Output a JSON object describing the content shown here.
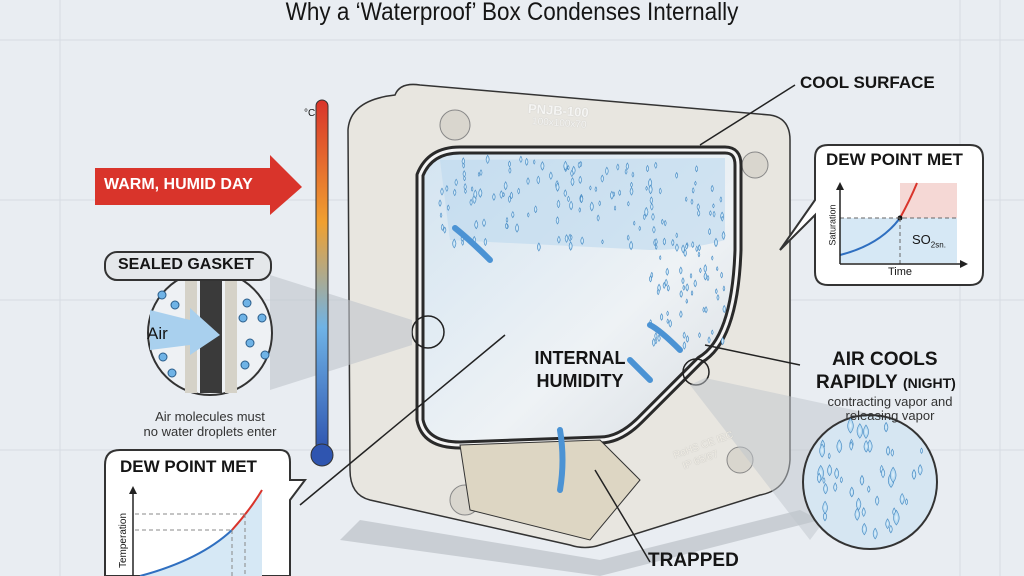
{
  "title": "Why a ‘Waterproof’ Box Condenses Internally",
  "thermometer": {
    "unit": "°C"
  },
  "warm_arrow": {
    "label": "WARM, HUMID DAY",
    "color": "#d9342b"
  },
  "gasket": {
    "label": "SEALED GASKET",
    "air_label": "Air",
    "caption_line1": "Air molecules must",
    "caption_line2": "no water droplets enter"
  },
  "box": {
    "model": "PNJB-100",
    "size": "100x100x70",
    "marks_line1": "RoHS CE IEC",
    "marks_line2": "IP 65/67"
  },
  "cool_surface": {
    "label": "COOL SURFACE"
  },
  "internal_humidity": {
    "line1": "INTERNAL",
    "line2": "HUMIDITY"
  },
  "air_cools": {
    "line1": "AIR COOLS",
    "line2": "RAPIDLY",
    "night": "(NIGHT)",
    "desc1": "contracting vapor and",
    "desc2": "releasing vapor"
  },
  "trapped": {
    "label": "TRAPPED"
  },
  "dew_right": {
    "title": "DEW POINT MET",
    "ylabel": "Saturation",
    "xlabel": "Time",
    "region_label": "SO",
    "region_sub": "2sn."
  },
  "dew_left": {
    "title": "DEW POINT MET",
    "ylabel": "Temperation"
  },
  "colors": {
    "water": "#6fb3e6",
    "warm": "#d9342b",
    "cold": "#2f6fc0"
  }
}
